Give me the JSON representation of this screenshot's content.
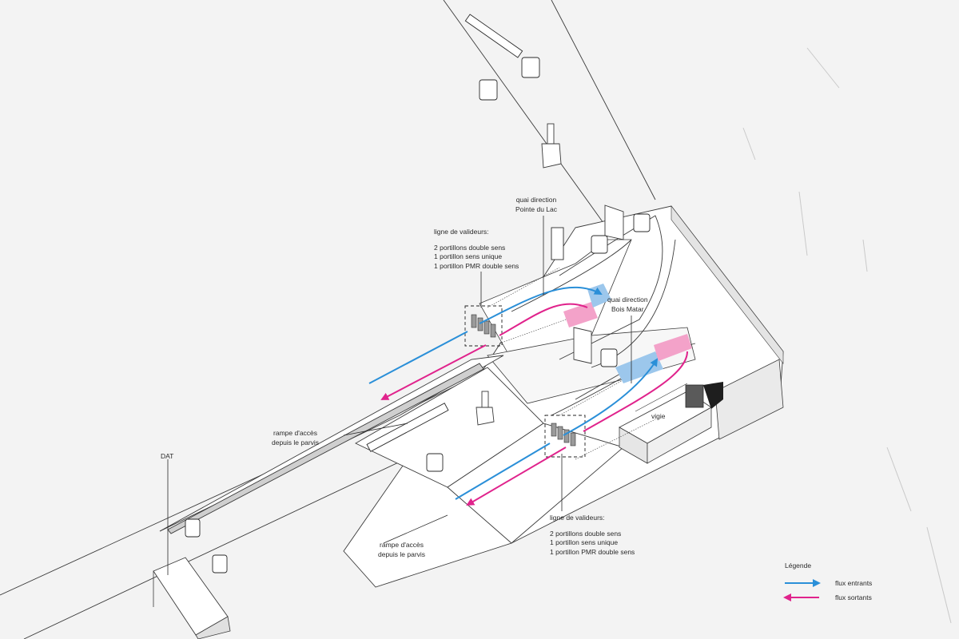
{
  "colors": {
    "entrant": "#2a8fd8",
    "sortant": "#e0238c",
    "entrant_pale": "#9cc7ec",
    "sortant_pale": "#f3a2c9",
    "structure": "#ffffff",
    "line": "#3a3a3a",
    "background": "#f3f3f3"
  },
  "labels": {
    "validators_top": {
      "title": "ligne de valideurs:",
      "line1": "2 portillons double sens",
      "line2": "1 portillon sens unique",
      "line3": "1 portillon PMR double sens"
    },
    "validators_bottom": {
      "title": "ligne de valideurs:",
      "line1": "2 portillons double sens",
      "line2": "1 portillon sens unique",
      "line3": "1 portillon PMR double sens"
    },
    "quai_pointe": {
      "line1": "quai direction",
      "line2": "Pointe du Lac"
    },
    "quai_bois": {
      "line1": "quai direction",
      "line2": "Bois Matar"
    },
    "rampe_top": {
      "line1": "rampe d'accès",
      "line2": "depuis le parvis"
    },
    "rampe_bottom": {
      "line1": "rampe d'accès",
      "line2": "depuis le parvis"
    },
    "dat": "DAT",
    "vigie": "vigie"
  },
  "legend": {
    "title": "Légende",
    "entrants": "flux entrants",
    "sortants": "flux sortants"
  }
}
